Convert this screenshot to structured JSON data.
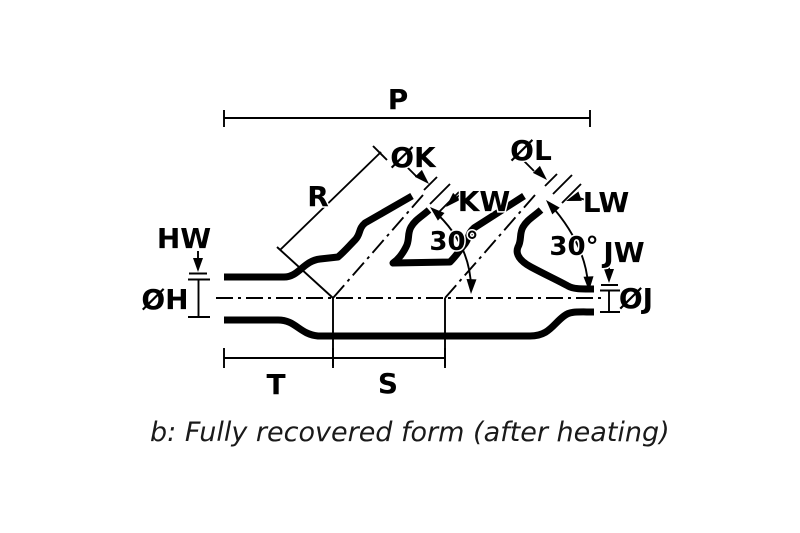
{
  "diagram": {
    "caption": "b: Fully recovered form (after heating)",
    "colors": {
      "line": "#000000",
      "background": "#ffffff"
    },
    "dimensions": {
      "p": "P",
      "r": "R",
      "t": "T",
      "s": "S",
      "ok": "ØK",
      "kw": "KW",
      "ol": "ØL",
      "lw": "LW",
      "hw": "HW",
      "oh": "ØH",
      "jw": "JW",
      "oj": "ØJ",
      "angle_branch1": "30°",
      "angle_branch2": "30°"
    }
  }
}
